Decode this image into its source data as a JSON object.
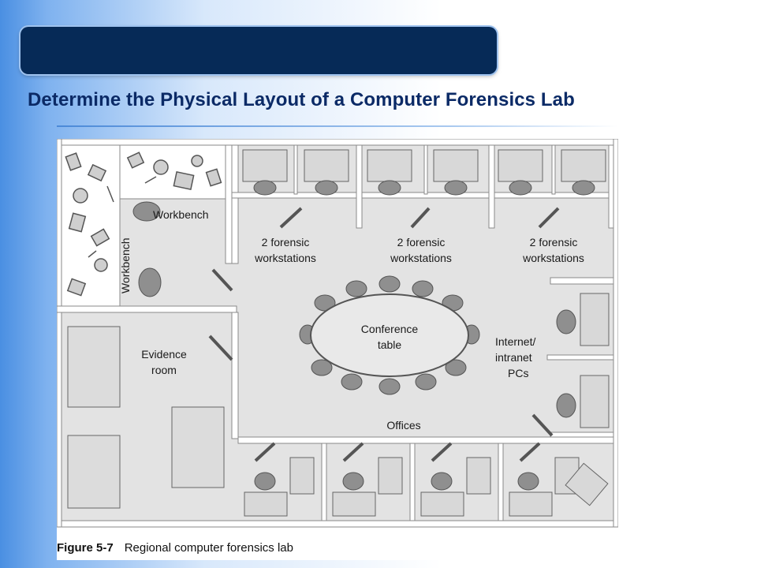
{
  "slide": {
    "title_bar_color": "#062a57",
    "heading": "Determine the Physical Layout of a Computer Forensics Lab"
  },
  "figure": {
    "labels": {
      "workbench_top": "Workbench",
      "workbench_side": "Workbench",
      "forensic_1_line1": "2 forensic",
      "forensic_1_line2": "workstations",
      "forensic_2_line1": "2 forensic",
      "forensic_2_line2": "workstations",
      "forensic_3_line1": "2 forensic",
      "forensic_3_line2": "workstations",
      "conference_line1": "Conference",
      "conference_line2": "table",
      "internet_line1": "Internet/",
      "internet_line2": "intranet",
      "internet_line3": "PCs",
      "evidence_line1": "Evidence",
      "evidence_line2": "room",
      "offices": "Offices"
    },
    "caption_number": "Figure 5-7",
    "caption_text": "Regional computer forensics lab"
  }
}
